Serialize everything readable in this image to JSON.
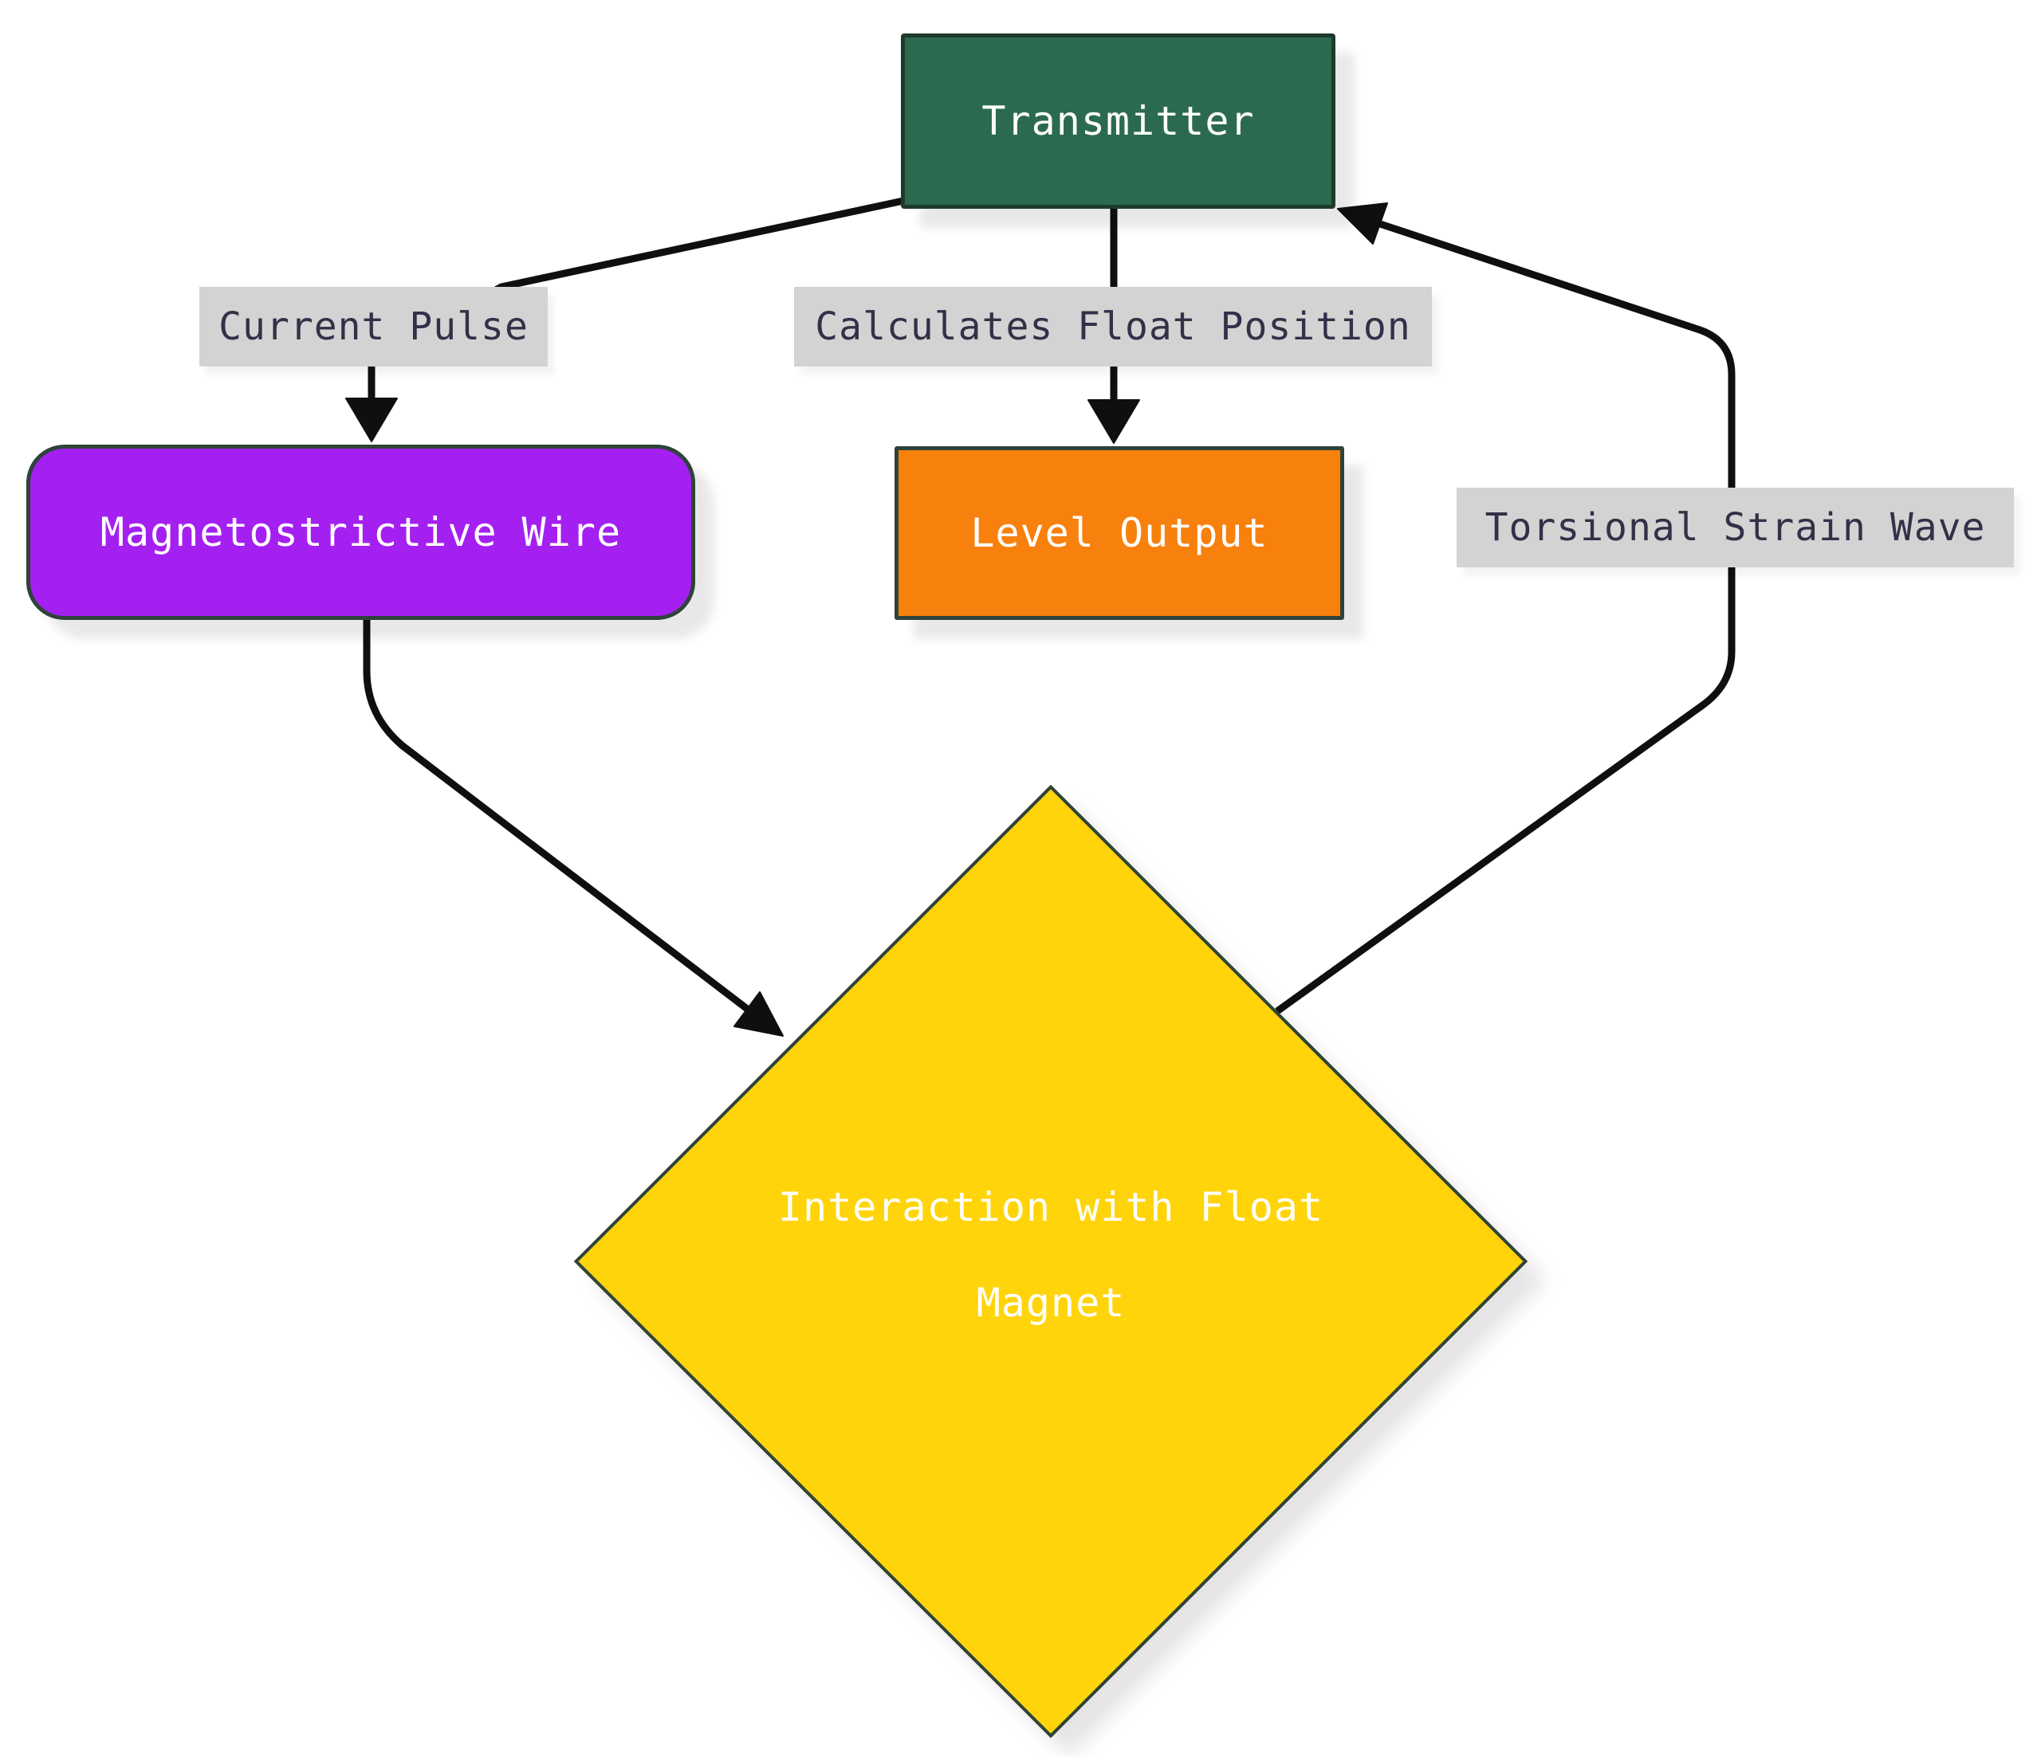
{
  "diagram": {
    "type": "flowchart",
    "background": "#ffffff",
    "line_color": "#0f0f0f",
    "edge_label_bg": "#d3d3d3",
    "edge_label_color": "#353048",
    "nodes": [
      {
        "id": "transmitter",
        "label": "Transmitter",
        "shape": "rectangle",
        "fill": "#2b6a4e",
        "border": "#1f3a2d",
        "text_color": "#ffffff"
      },
      {
        "id": "magnetostrictive-wire",
        "label": "Magnetostrictive Wire",
        "shape": "rounded-rectangle",
        "fill": "#a420f0",
        "border": "#2e4339",
        "text_color": "#ffffff"
      },
      {
        "id": "level-output",
        "label": "Level Output",
        "shape": "rectangle",
        "fill": "#f8800d",
        "border": "#2e4339",
        "text_color": "#ffffff"
      },
      {
        "id": "interaction-float-magnet",
        "label": "Interaction with Float Magnet",
        "shape": "diamond",
        "fill": "#ffd40a",
        "border": "#2e4339",
        "text_color": "#ffffff"
      }
    ],
    "edges": [
      {
        "from": "transmitter",
        "to": "magnetostrictive-wire",
        "label": "Current Pulse"
      },
      {
        "from": "transmitter",
        "to": "level-output",
        "label": "Calculates Float Position"
      },
      {
        "from": "magnetostrictive-wire",
        "to": "interaction-float-magnet",
        "label": ""
      },
      {
        "from": "interaction-float-magnet",
        "to": "transmitter",
        "label": "Torsional Strain Wave"
      }
    ]
  }
}
